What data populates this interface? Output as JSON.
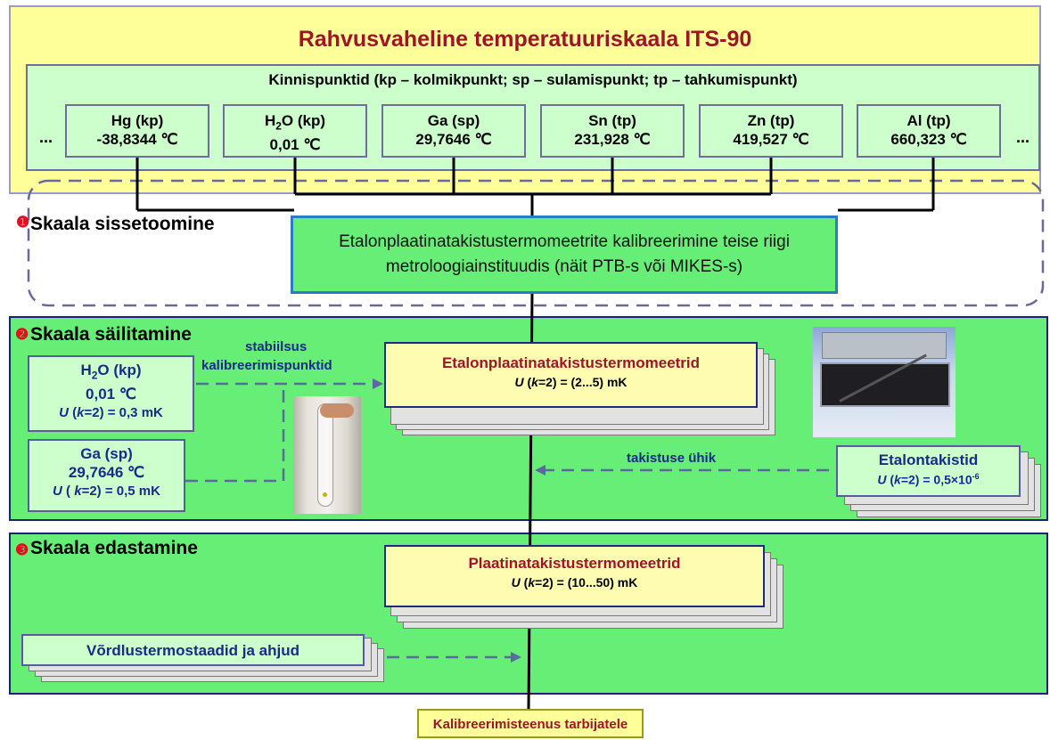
{
  "title": "Rahvusvaheline temperatuuriskaala ITS-90",
  "fixed_points": {
    "header": "Kinnispunktid (kp – kolmikpunkt; sp – sulamispunkt; tp – tahkumispunkt)",
    "ellipsis": "...",
    "items": [
      {
        "name": "Hg (kp)",
        "value": "-38,8344 ℃"
      },
      {
        "name_pre": "H",
        "name_sub": "2",
        "name_post": "O (kp)",
        "value": "0,01 ℃"
      },
      {
        "name": "Ga (sp)",
        "value": "29,7646 ℃"
      },
      {
        "name": "Sn (tp)",
        "value": "231,928 ℃"
      },
      {
        "name": "Zn (tp)",
        "value": "419,527 ℃"
      },
      {
        "name": "Al (tp)",
        "value": "660,323 ℃"
      }
    ]
  },
  "section1": {
    "number": "❶",
    "label": "Skaala sissetoomine",
    "box_text": "Etalonplaatinatakistustermomeetrite kalibreerimine teise riigi metroloogiainstituudis (näit PTB-s või MIKES-s)"
  },
  "section2": {
    "number": "❷",
    "label": "Skaala säilitamine",
    "arrow_label_1": "stabiilsus",
    "arrow_label_2": "kalibreerimispunktid",
    "h2o": {
      "name_pre": "H",
      "name_sub": "2",
      "name_post": "O (kp)",
      "value": "0,01 ℃",
      "u_pre": "U",
      "u_mid": " (",
      "u_k": "k",
      "u_post": "=2) = 0,3 mK"
    },
    "ga": {
      "name": "Ga (sp)",
      "value": "29,7646 ℃",
      "u_pre": "U",
      "u_mid": " ( ",
      "u_k": "k",
      "u_post": "=2) = 0,5 mK"
    },
    "etalon": {
      "title": "Etalonplaatinatakistustermomeetrid",
      "u_pre": "U",
      "u_mid": " (",
      "u_k": "k",
      "u_post": "=2) = (2...5) mK"
    },
    "resist_label": "takistuse ühik",
    "etalontakistid": {
      "title": "Etalontakistid",
      "u_pre": "U",
      "u_mid": " (",
      "u_k": "k",
      "u_post": "=2) = 0,5×10",
      "u_sup": "-6"
    }
  },
  "section3": {
    "number": "❸",
    "label": "Skaala edastamine",
    "plat": {
      "title": "Plaatinatakistustermomeetrid",
      "u_pre": "U",
      "u_mid": " (",
      "u_k": "k",
      "u_post": "=2) = (10...50) mK"
    },
    "vordlus": "Võrdlustermostaadid ja ahjud"
  },
  "footer": "Kalibreerimisteenus tarbijatele",
  "colors": {
    "yellow_panel": "#ffff99",
    "green": "#66ee77",
    "light_green": "#ccffcc",
    "navy": "#1a2a8c",
    "maroon": "#a01428",
    "bullet_red": "#e0101e"
  }
}
